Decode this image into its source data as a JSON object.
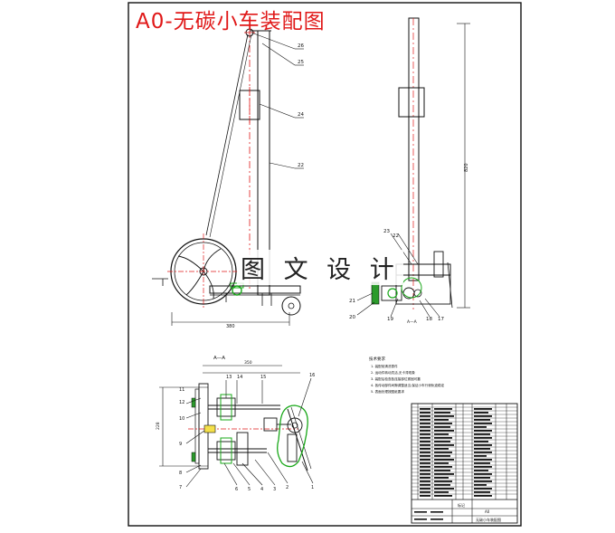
{
  "title": "A0-无碳小车装配图",
  "watermark": "图 文 设 计",
  "front_view": {
    "part_labels": [
      "26",
      "25",
      "24",
      "22"
    ],
    "dimension_width": "380"
  },
  "side_view": {
    "part_labels": [
      "23",
      "22",
      "21",
      "20",
      "19",
      "18",
      "17"
    ],
    "section_label": "A—A",
    "height_dimension": "820"
  },
  "section_view": {
    "title": "A—A",
    "top_labels": [
      "13",
      "14",
      "15",
      "16"
    ],
    "left_labels": [
      "12",
      "11",
      "10",
      "9",
      "8",
      "7"
    ],
    "bottom_labels": [
      "6",
      "5",
      "4",
      "3",
      "2",
      "1"
    ],
    "dimension_width": "350",
    "dimension_height": "228"
  },
  "tech_notes": {
    "heading": "技术要求",
    "lines": [
      "1. 装配前清洗零件",
      "2. 运动件转动灵活,无卡滞现象",
      "3. 装配后检查各连接部位紧固可靠",
      "4. 各传动部件间隙调整适当,保证小车行驶轨迹稳定",
      "5. 表面处理按图纸要求"
    ]
  },
  "title_block": {
    "drawing_name": "无碳小车装配图",
    "scale": "A0",
    "label_left": "标记",
    "label_right": "A0"
  },
  "colors": {
    "frame": "#111111",
    "centerline": "#e01818",
    "accent_green": "#1aa81a",
    "block_green": "#2b9b2b"
  }
}
